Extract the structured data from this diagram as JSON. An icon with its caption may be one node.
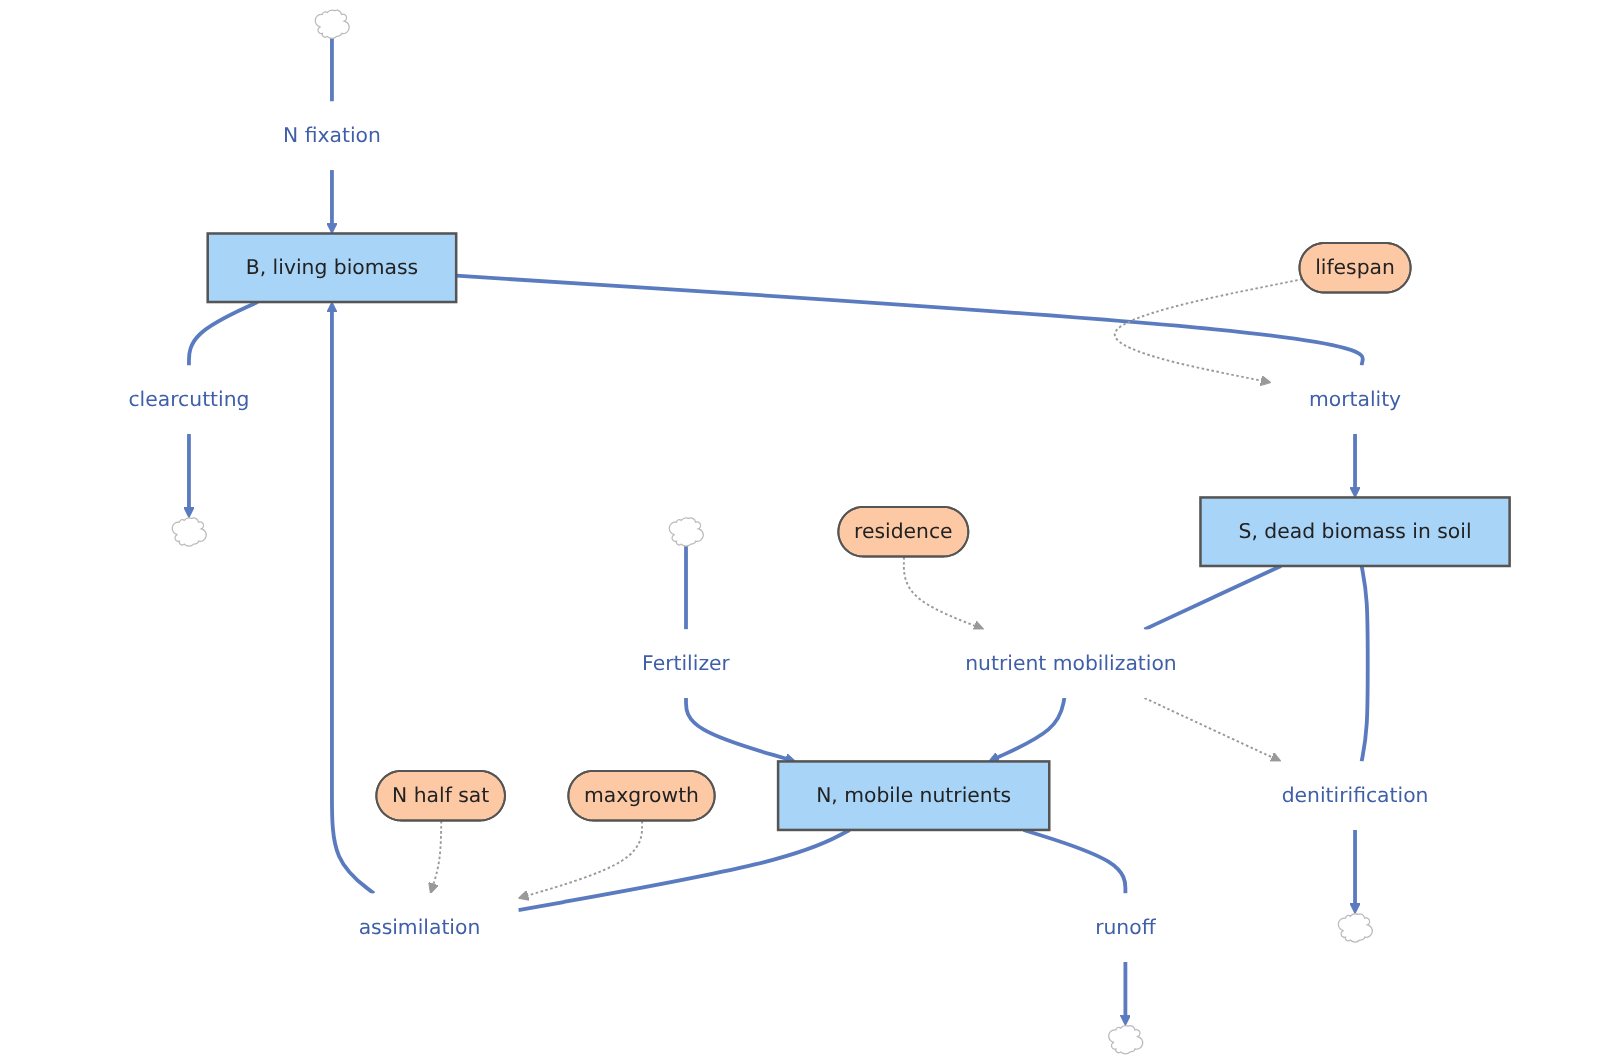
{
  "diagram": {
    "nodes": [
      {
        "text": [],
        "shape": "cloud"
      },
      {
        "text": [],
        "shape": "cloud"
      },
      {
        "text": [
          "B, living biomass"
        ]
      },
      {
        "text": [
          "clearcutting"
        ]
      },
      {
        "text": [
          "N fixation"
        ]
      },
      {
        "text": [
          "maxgrowth"
        ]
      },
      {
        "text": [
          "lifespan"
        ]
      },
      {
        "text": [
          "N half sat"
        ]
      },
      {
        "text": [
          "mortality"
        ]
      },
      {
        "text": [
          "assimilation"
        ]
      },
      {
        "text": [
          "S, dead biomass in soil"
        ]
      },
      {
        "text": [
          "nutrient mobilization"
        ]
      },
      {
        "text": [
          "N, mobile nutrients"
        ]
      },
      {
        "text": [
          "Fertilizer"
        ]
      },
      {
        "text": [],
        "shape": "cloud"
      },
      {
        "text": [
          "denitirification"
        ]
      },
      {
        "text": [
          "residence"
        ]
      },
      {
        "text": [
          "runoff"
        ]
      },
      {
        "text": [],
        "shape": "cloud"
      },
      {
        "text": [],
        "shape": "cloud"
      }
    ],
    "edges": [
      {
        "from": 2,
        "to": 3,
        "arrow": "none"
      },
      {
        "from": 3,
        "to": 0,
        "arrow": "to"
      },
      {
        "from": 1,
        "to": 4,
        "arrow": "none"
      },
      {
        "from": 4,
        "to": 2,
        "arrow": "to"
      },
      {
        "from": 2,
        "to": 8,
        "arrow": "none"
      },
      {
        "from": 8,
        "to": 10,
        "arrow": "to"
      },
      {
        "from": 12,
        "to": 9,
        "arrow": "none"
      },
      {
        "from": 9,
        "to": 2,
        "arrow": "to"
      },
      {
        "from": 10,
        "to": 11,
        "arrow": "none"
      },
      {
        "from": 11,
        "to": 12,
        "arrow": "to"
      },
      {
        "from": 14,
        "to": 13,
        "arrow": "none"
      },
      {
        "from": 13,
        "to": 12,
        "arrow": "to"
      },
      {
        "from": 10,
        "to": 15,
        "arrow": "none"
      },
      {
        "from": 15,
        "to": 18,
        "arrow": "to"
      },
      {
        "from": 12,
        "to": 17,
        "arrow": "none"
      },
      {
        "from": 17,
        "to": 19,
        "arrow": "to"
      },
      {
        "from": 6,
        "to": 8,
        "arrow": "to",
        "style": "dashed",
        "color": "#999999"
      },
      {
        "from": 5,
        "to": 9,
        "arrow": "to",
        "style": "dashed",
        "color": "#999999"
      },
      {
        "from": 7,
        "to": 9,
        "arrow": "to",
        "style": "dashed",
        "color": "#999999"
      },
      {
        "from": 16,
        "to": 11,
        "arrow": "to",
        "style": "dashed",
        "color": "#999999"
      },
      {
        "from": 11,
        "to": 15,
        "arrow": "to",
        "style": "dashed",
        "color": "#999999"
      }
    ]
  }
}
